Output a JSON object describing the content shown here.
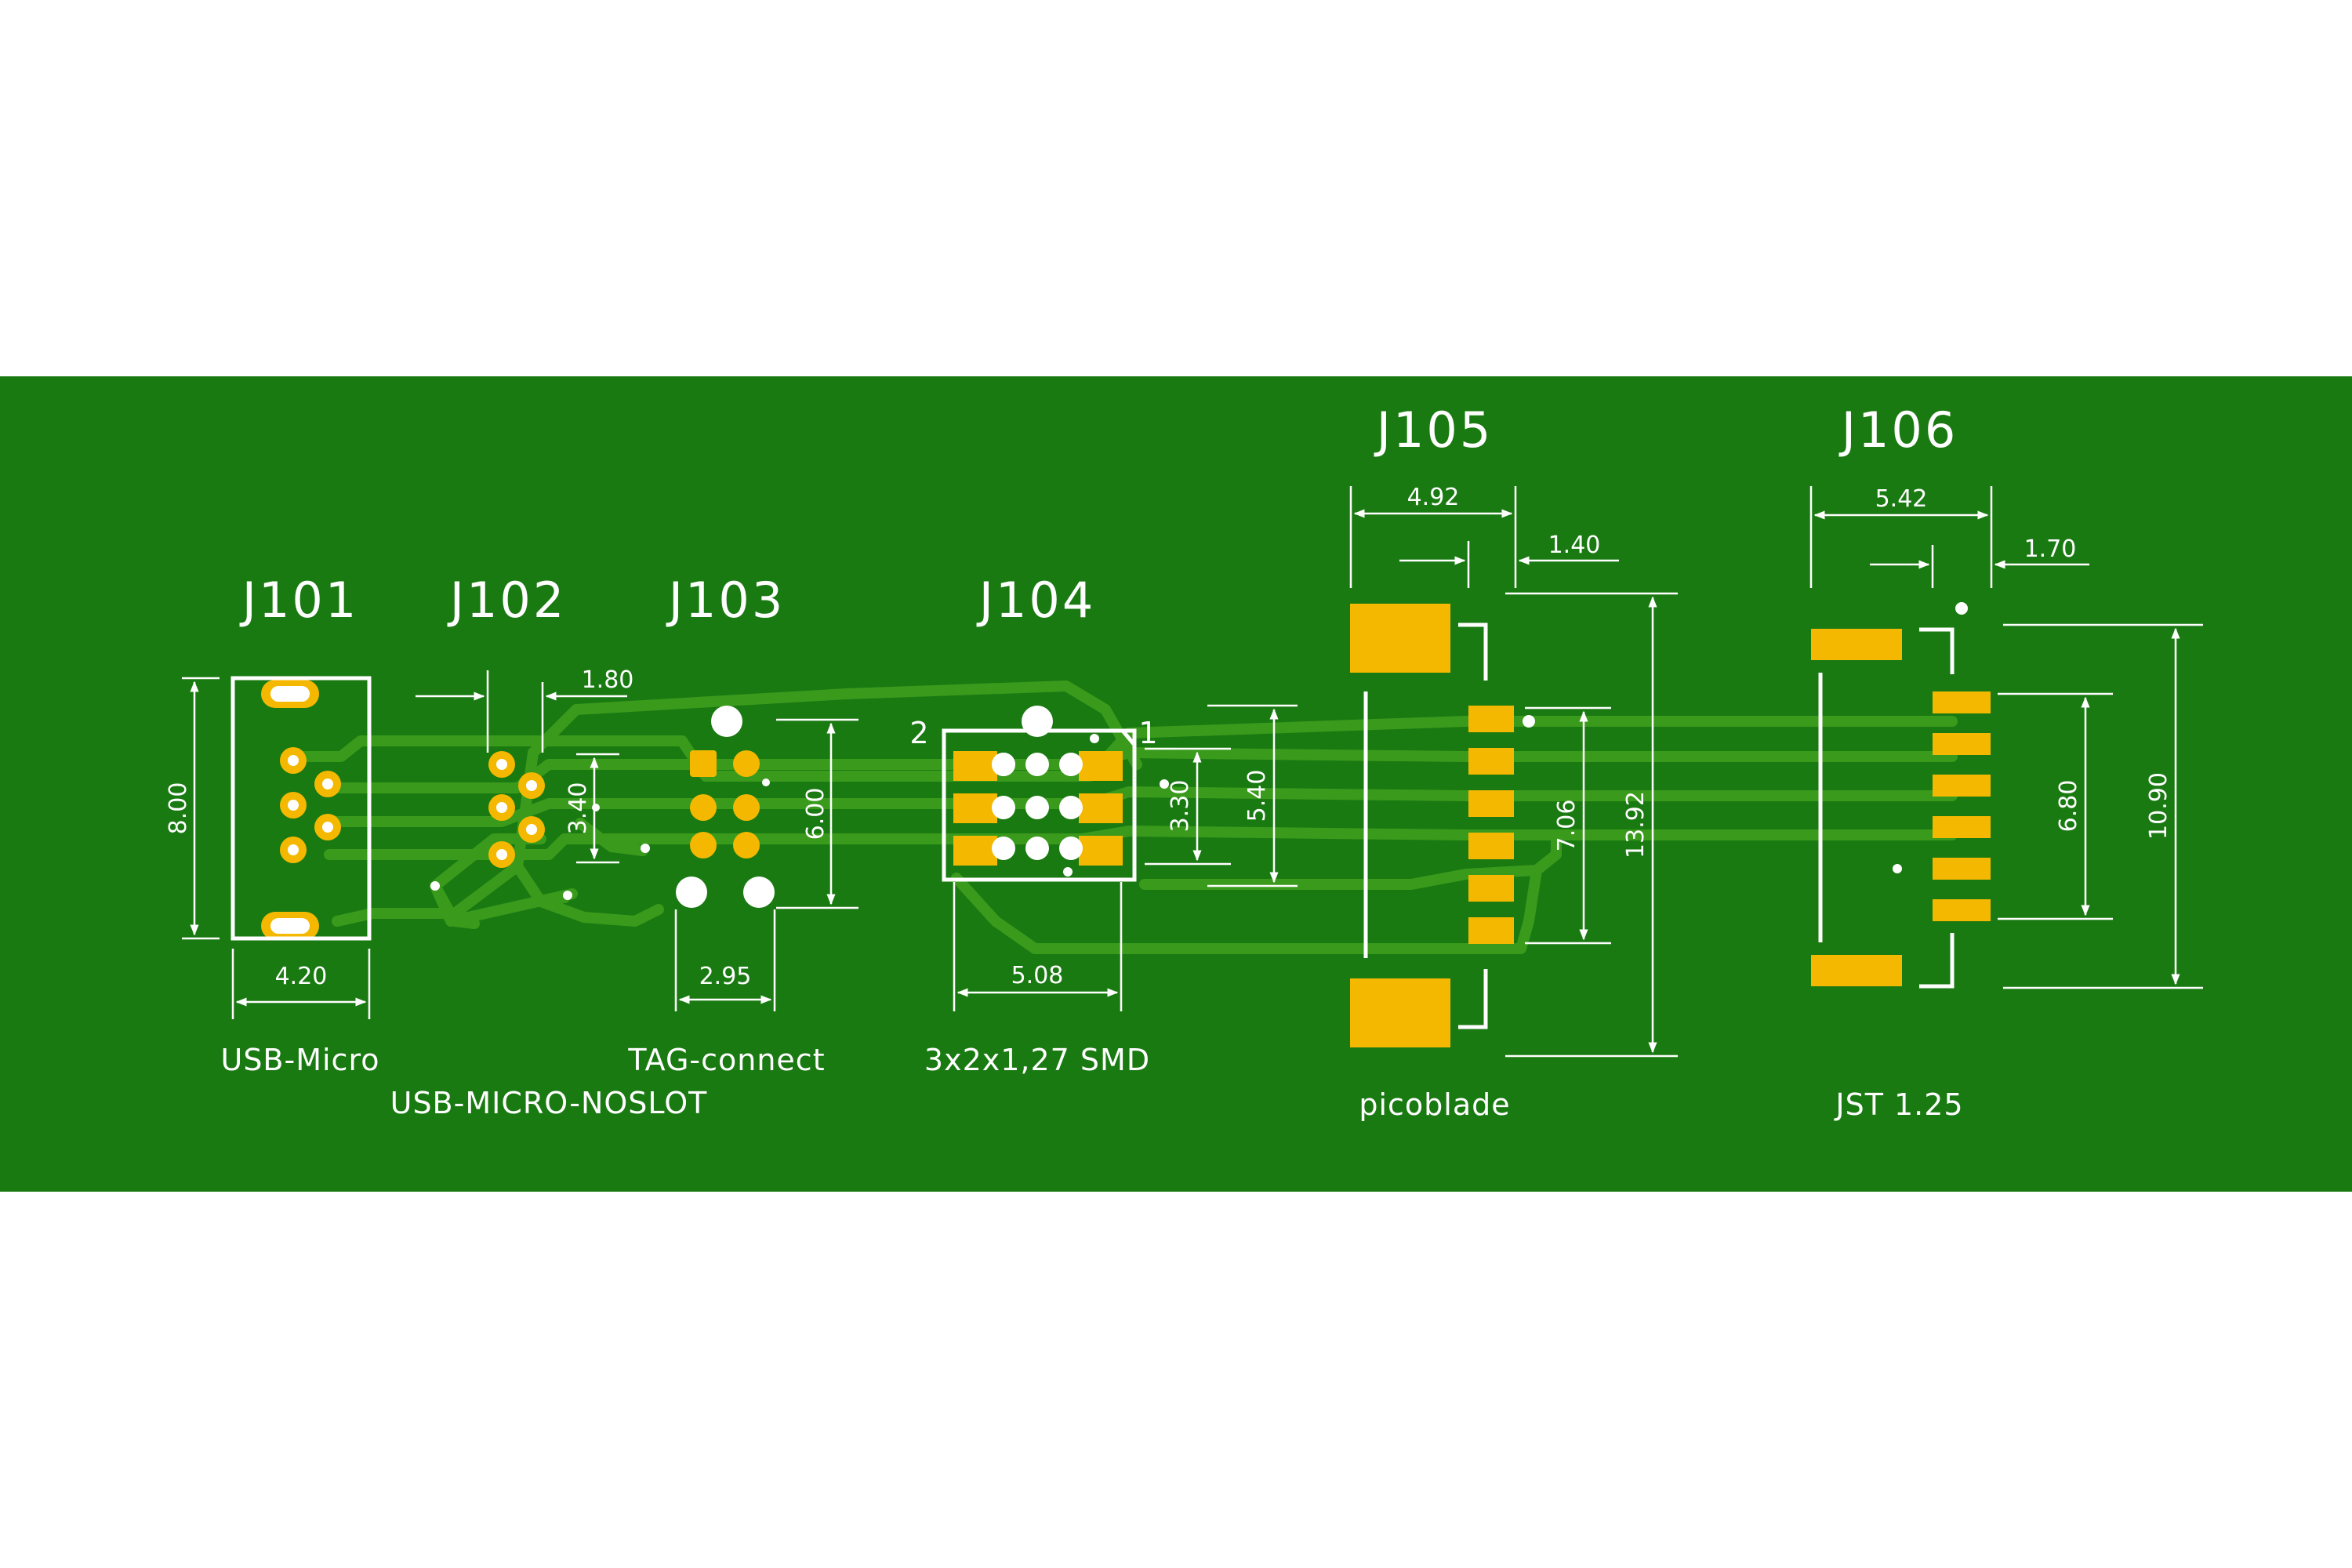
{
  "colors": {
    "background": "#ffffff",
    "board": "#1a7a12",
    "trace": "#3a9a1c",
    "pad": "#f5b800",
    "silkscreen": "#ffffff"
  },
  "components": [
    {
      "ref": "J101",
      "label": "USB-Micro"
    },
    {
      "ref": "J102",
      "label": "USB-MICRO-NOSLOT"
    },
    {
      "ref": "J103",
      "label": "TAG-connect"
    },
    {
      "ref": "J104",
      "label": "3x2x1,27 SMD"
    },
    {
      "ref": "J105",
      "label": "picoblade"
    },
    {
      "ref": "J106",
      "label": "JST 1.25"
    }
  ],
  "pin_labels": {
    "j104_left": "2",
    "j104_right": "1"
  },
  "dimensions": {
    "j101_height": "8.00",
    "j101_width": "4.20",
    "j102_offset": "1.80",
    "j102_height": "3.40",
    "j103_height": "6.00",
    "j103_width": "2.95",
    "j104_width": "5.08",
    "j104_inner": "3.30",
    "j104_height": "5.40",
    "j105_width": "4.92",
    "j105_offset": "1.40",
    "j105_pins": "7.06",
    "j105_height": "13.92",
    "j106_width": "5.42",
    "j106_offset": "1.70",
    "j106_pins": "6.80",
    "j106_height": "10.90"
  }
}
